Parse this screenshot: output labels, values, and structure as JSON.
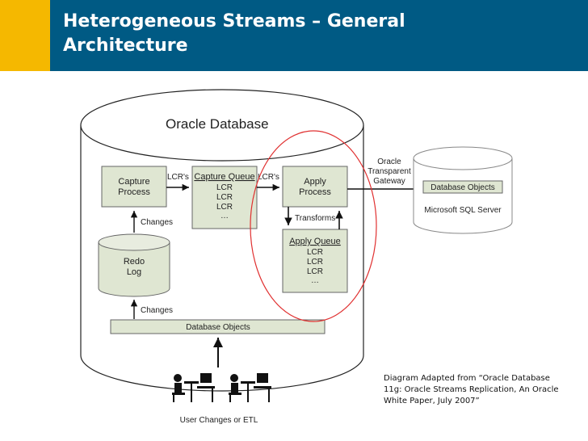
{
  "slide": {
    "title_line1": "Heterogeneous Streams – General",
    "title_line2": "Architecture",
    "colors": {
      "header": "#005a84",
      "accent": "#f5b800",
      "box_fill": "#dfe6d2",
      "highlight_circle": "#e03030"
    }
  },
  "diagram": {
    "oracle_db_label": "Oracle Database",
    "capture_process": [
      "Capture",
      "Process"
    ],
    "capture_queue": {
      "title": "Capture Queue",
      "items": [
        "LCR",
        "LCR",
        "LCR",
        "…"
      ]
    },
    "apply_process": [
      "Apply",
      "Process"
    ],
    "apply_queue": {
      "title": "Apply Queue",
      "items": [
        "LCR",
        "LCR",
        "LCR",
        "…"
      ]
    },
    "redo_log": [
      "Redo",
      "Log"
    ],
    "database_objects_bar": "Database Objects",
    "lcrs_label_1": "LCR's",
    "lcrs_label_2": "LCR's",
    "changes_label_1": "Changes",
    "changes_label_2": "Changes",
    "transforms_label": "Transforms",
    "gateway_label": [
      "Oracle",
      "Transparent",
      "Gateway"
    ],
    "sql_server_objects": "Database Objects",
    "sql_server_label": "Microsoft SQL Server",
    "users_label": "User Changes or ETL"
  },
  "caption": {
    "line1": "Diagram Adapted from “Oracle Database",
    "line2": "11g: Oracle Streams Replication, An Oracle",
    "line3": "White Paper, July 2007”"
  }
}
